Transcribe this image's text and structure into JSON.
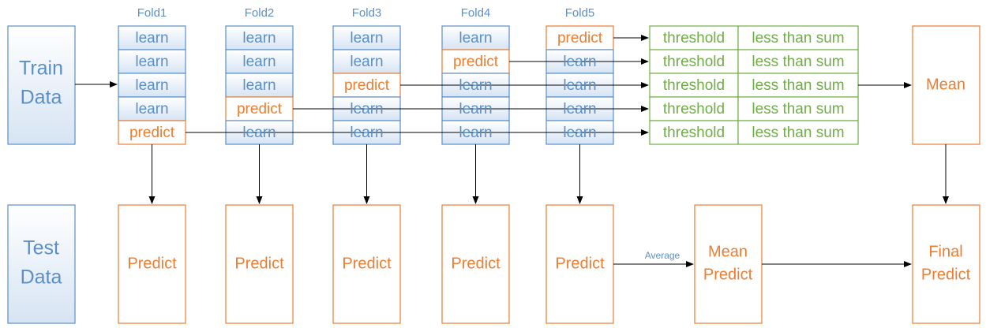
{
  "colors": {
    "blue": "#5b8fc9",
    "blue_text": "#5b8fc9",
    "blue_fill_top": "#ffffff",
    "blue_fill_bottom": "#dce8f5",
    "orange": "#ed7d31",
    "green": "#70ad47",
    "arrow": "#000000"
  },
  "left_boxes": {
    "train": [
      "Train",
      "Data"
    ],
    "test": [
      "Test",
      "Data"
    ]
  },
  "folds": [
    {
      "title": "Fold1",
      "cells": [
        "learn",
        "learn",
        "learn",
        "learn",
        "predict"
      ],
      "bottom": "Predict"
    },
    {
      "title": "Fold2",
      "cells": [
        "learn",
        "learn",
        "learn",
        "predict",
        "learn"
      ],
      "bottom": "Predict"
    },
    {
      "title": "Fold3",
      "cells": [
        "learn",
        "learn",
        "predict",
        "learn",
        "learn"
      ],
      "bottom": "Predict"
    },
    {
      "title": "Fold4",
      "cells": [
        "learn",
        "predict",
        "learn",
        "learn",
        "learn"
      ],
      "bottom": "Predict"
    },
    {
      "title": "Fold5",
      "cells": [
        "predict",
        "learn",
        "learn",
        "learn",
        "learn"
      ],
      "bottom": "Predict"
    }
  ],
  "threshold_rows": [
    {
      "threshold": "threshold",
      "rule": "less than sum"
    },
    {
      "threshold": "threshold",
      "rule": "less than sum"
    },
    {
      "threshold": "threshold",
      "rule": "less than sum"
    },
    {
      "threshold": "threshold",
      "rule": "less than sum"
    },
    {
      "threshold": "threshold",
      "rule": "less than sum"
    }
  ],
  "mean_box": "Mean",
  "average_label": "Average",
  "mean_predict": [
    "Mean",
    "Predict"
  ],
  "final_predict": [
    "Final",
    "Predict"
  ]
}
